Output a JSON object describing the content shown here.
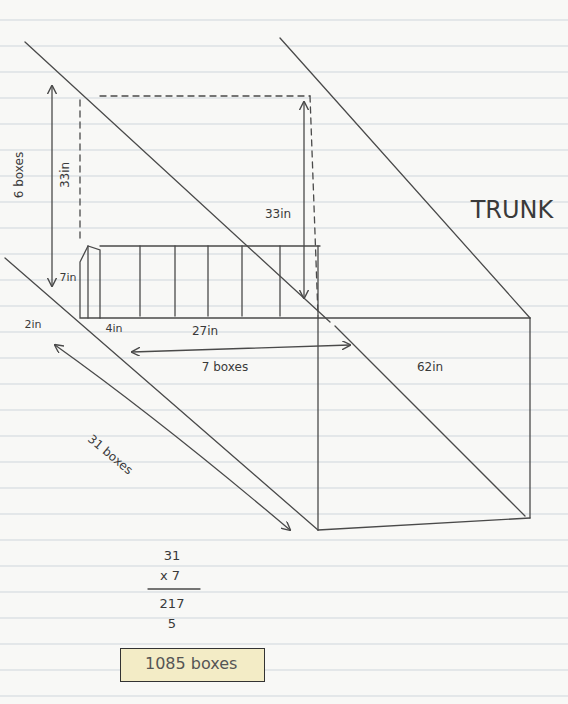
{
  "diagram": {
    "nodes": [
      {
        "text": [
          "1085 boxes"
        ]
      }
    ],
    "labels": [
      "6 boxes",
      "33in",
      "33in",
      "TRUNK",
      "7in",
      "2in",
      "4in",
      "27in",
      "7 boxes",
      "62in",
      "31 boxes",
      "31",
      "x 7",
      "217",
      "5"
    ]
  }
}
